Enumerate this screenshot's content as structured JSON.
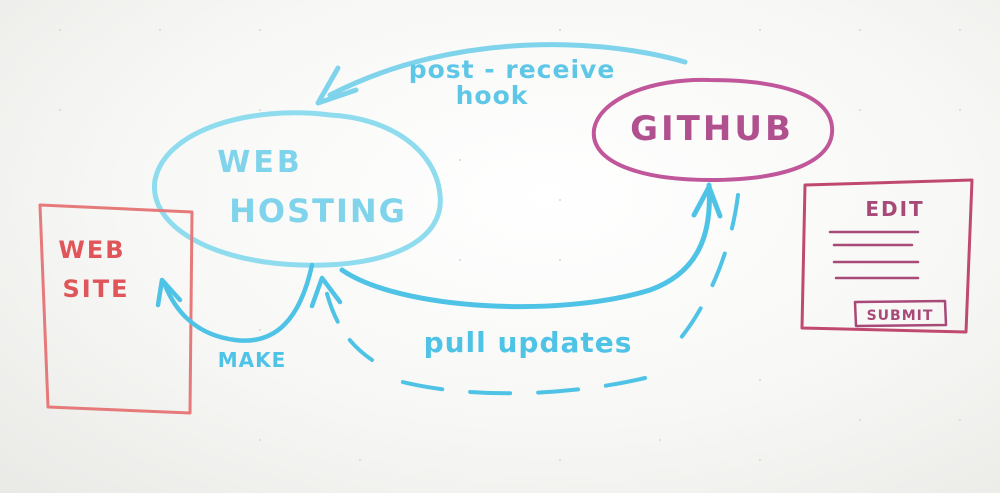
{
  "nodes": {
    "web_hosting": {
      "line1": "WEB",
      "line2": "HOSTING"
    },
    "github": {
      "label": "GITHUB"
    },
    "web_site": {
      "line1": "WEB",
      "line2": "SITE"
    },
    "edit_form": {
      "title": "EDIT",
      "submit_label": "SUBMIT"
    }
  },
  "edges": {
    "post_receive": {
      "line1": "post - receive",
      "line2": "hook"
    },
    "make": {
      "label": "MAKE"
    },
    "pull_updates": {
      "label": "pull updates"
    }
  },
  "colors": {
    "cyan": "#4fc3e6",
    "cyan_light": "#8fdcef",
    "magenta": "#c0579a",
    "red": "#e0555a",
    "form_border": "#c04a6e"
  }
}
